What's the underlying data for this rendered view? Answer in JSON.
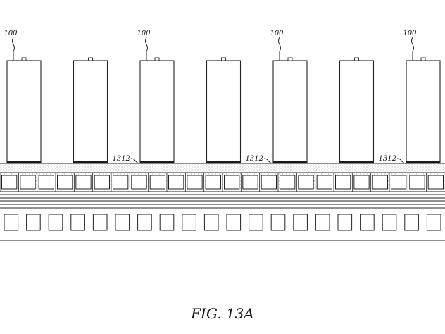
{
  "figure": {
    "caption": "FIG. 13A",
    "cell_label": "100",
    "layer_label": "1312",
    "cell_count": 7,
    "labeled_cells": [
      0,
      2,
      4,
      6
    ],
    "layer_labeled_gaps": [
      1,
      3,
      5
    ],
    "upper_tray_cell_count": 24,
    "lower_tray_cell_count": 20,
    "colors": {
      "line": "#222222",
      "base": "#1a1a1a",
      "stipple": "#9a9a9a"
    }
  }
}
